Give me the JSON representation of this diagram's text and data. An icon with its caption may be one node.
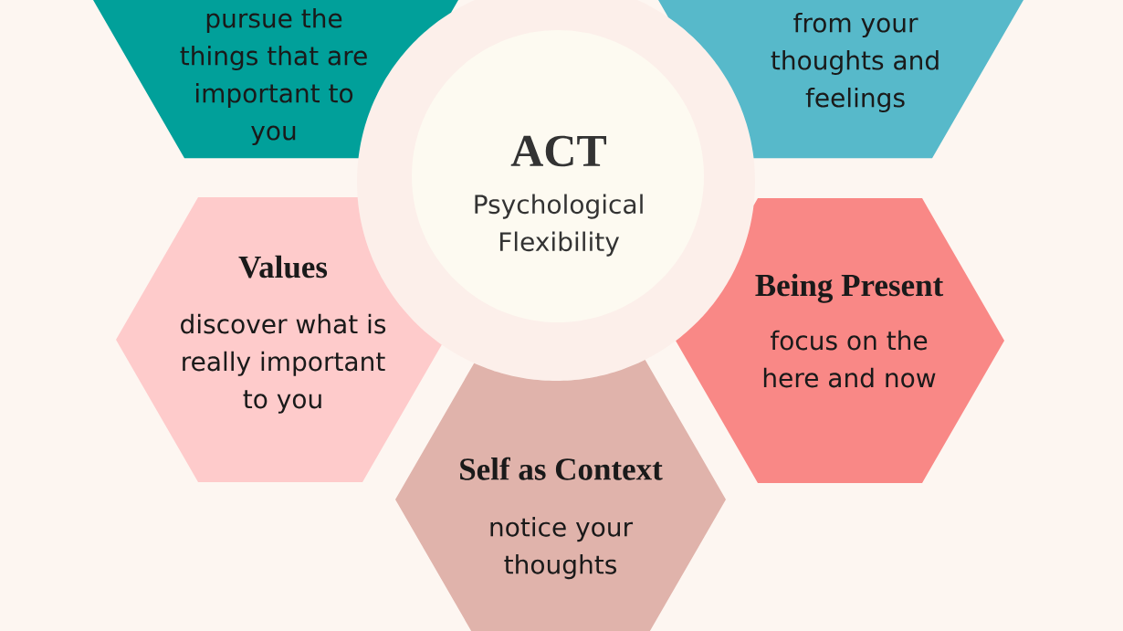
{
  "diagram": {
    "nodes": [
      {
        "text": [
          "pursue the things that are important to you"
        ]
      },
      {
        "text": [
          "from your thoughts and feelings"
        ]
      },
      {
        "text": [
          "ACT",
          "Psychological Flexibility"
        ]
      },
      {
        "text": [
          "Values",
          "discover what is really important to you"
        ]
      },
      {
        "text": [
          "Being Present",
          "focus on the here and now"
        ]
      },
      {
        "text": [
          "Self as Context",
          "notice your thoughts"
        ]
      }
    ]
  }
}
